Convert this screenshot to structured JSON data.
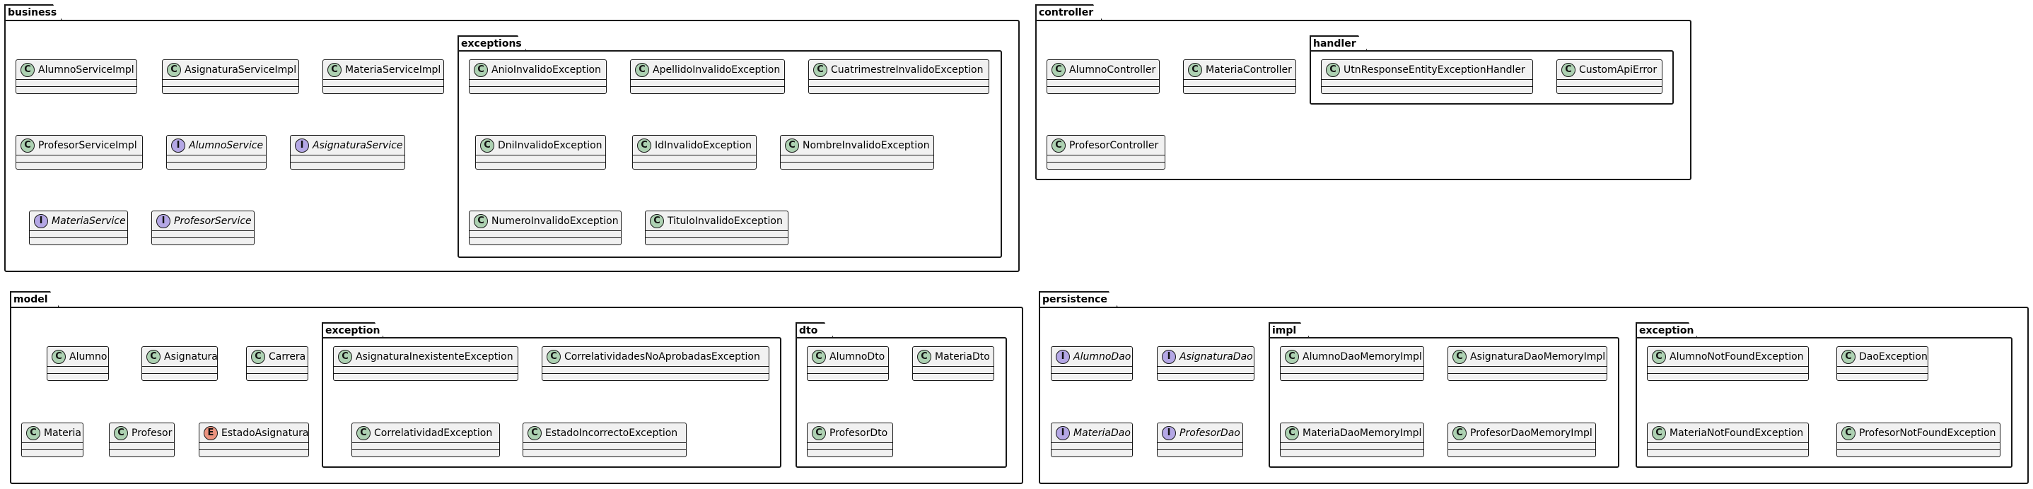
{
  "diagram": {
    "packages": {
      "business": "business",
      "exceptions": "exceptions",
      "controller": "controller",
      "handler": "handler",
      "model": "model",
      "model_exception": "exception",
      "dto": "dto",
      "persistence": "persistence",
      "impl": "impl",
      "persistence_exception": "exception"
    },
    "stereotypes": {
      "class": "C",
      "interface": "I",
      "enum": "E"
    },
    "classes": {
      "AlumnoServiceImpl": "AlumnoServiceImpl",
      "AsignaturaServiceImpl": "AsignaturaServiceImpl",
      "MateriaServiceImpl": "MateriaServiceImpl",
      "ProfesorServiceImpl": "ProfesorServiceImpl",
      "AlumnoService": "AlumnoService",
      "AsignaturaService": "AsignaturaService",
      "MateriaService": "MateriaService",
      "ProfesorService": "ProfesorService",
      "AnioInvalidoException": "AnioInvalidoException",
      "ApellidoInvalidoException": "ApellidoInvalidoException",
      "CuatrimestreInvalidoException": "CuatrimestreInvalidoException",
      "DniInvalidoException": "DniInvalidoException",
      "IdInvalidoException": "IdInvalidoException",
      "NombreInvalidoException": "NombreInvalidoException",
      "NumeroInvalidoException": "NumeroInvalidoException",
      "TituloInvalidoException": "TituloInvalidoException",
      "AlumnoController": "AlumnoController",
      "MateriaController": "MateriaController",
      "ProfesorController": "ProfesorController",
      "UtnResponseEntityExceptionHandler": "UtnResponseEntityExceptionHandler",
      "CustomApiError": "CustomApiError",
      "Alumno": "Alumno",
      "Asignatura": "Asignatura",
      "Carrera": "Carrera",
      "Materia": "Materia",
      "Profesor": "Profesor",
      "EstadoAsignatura": "EstadoAsignatura",
      "AsignaturaInexistenteException": "AsignaturaInexistenteException",
      "CorrelatividadesNoAprobadasException": "CorrelatividadesNoAprobadasException",
      "CorrelatividadException": "CorrelatividadException",
      "EstadoIncorrectoException": "EstadoIncorrectoException",
      "AlumnoDto": "AlumnoDto",
      "MateriaDto": "MateriaDto",
      "ProfesorDto": "ProfesorDto",
      "AlumnoDao": "AlumnoDao",
      "AsignaturaDao": "AsignaturaDao",
      "MateriaDao": "MateriaDao",
      "ProfesorDao": "ProfesorDao",
      "AlumnoDaoMemoryImpl": "AlumnoDaoMemoryImpl",
      "AsignaturaDaoMemoryImpl": "AsignaturaDaoMemoryImpl",
      "MateriaDaoMemoryImpl": "MateriaDaoMemoryImpl",
      "ProfesorDaoMemoryImpl": "ProfesorDaoMemoryImpl",
      "AlumnoNotFoundException": "AlumnoNotFoundException",
      "DaoException": "DaoException",
      "MateriaNotFoundException": "MateriaNotFoundException",
      "ProfesorNotFoundException": "ProfesorNotFoundException"
    },
    "colors": {
      "class_badge": "#add1b2",
      "interface_badge": "#b4a7e5",
      "enum_badge": "#eb937f",
      "box_fill": "#f1f1f1",
      "line": "#181818"
    }
  }
}
